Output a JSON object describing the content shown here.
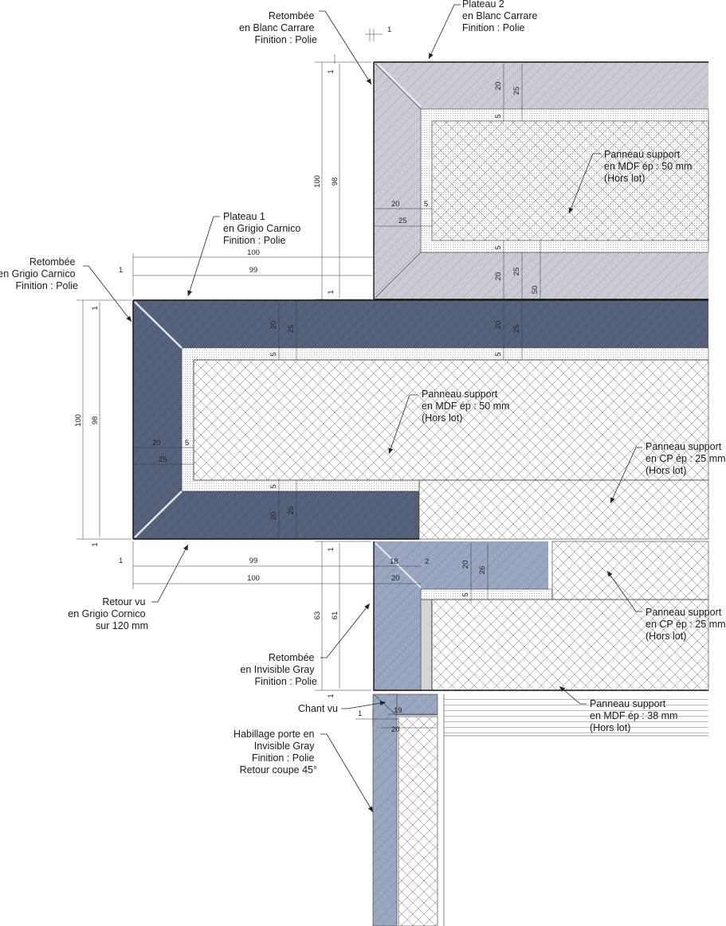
{
  "colors": {
    "blanc_carrare": "#c9ccd2",
    "grigio_carnico": "#56627c",
    "invisible_gray": "#9aa7c0",
    "panel_bg": "#ffffff",
    "hatch": "#5a5a5a",
    "dots": "#d8d8d8"
  },
  "labels": {
    "plateau2": [
      "Plateau 2",
      "en Blanc Carrare",
      "Finition : Polie"
    ],
    "retombee_blanc": [
      "Retombée",
      "en Blanc Carrare",
      "Finition : Polie"
    ],
    "plateau1": [
      "Plateau 1",
      "en Grigio Carnico",
      "Finition : Polie"
    ],
    "retombee_grigio": [
      "Retombée",
      "en Grigio Carnico",
      "Finition : Polie"
    ],
    "panneau_mdf50_upper": [
      "Panneau support",
      "en MDF ép : 50 mm",
      "(Hors lot)"
    ],
    "panneau_mdf50_lower": [
      "Panneau support",
      "en MDF ép : 50 mm",
      "(Hors lot)"
    ],
    "panneau_cp25_a": [
      "Panneau support",
      "en CP ép : 25 mm",
      "(Hors lot)"
    ],
    "panneau_cp25_b": [
      "Panneau support",
      "en CP ép : 25 mm",
      "(Hors lot)"
    ],
    "retour_vu": [
      "Retour vu",
      "en Grigio Cornico",
      "sur 120 mm"
    ],
    "retombee_invisible": [
      "Retombée",
      "en Invisible Gray",
      "Finition : Polie"
    ],
    "chant_vu": [
      "Chant vu"
    ],
    "panneau_mdf38": [
      "Panneau support",
      "en MDF ép : 38 mm",
      "(Hors lot)"
    ],
    "habillage": [
      "Habillage porte en",
      "Invisible Gray",
      "Finition : Polie",
      "Retour coupe 45°"
    ]
  },
  "dims": {
    "top_gap": "1",
    "p2_h100": "100",
    "p2_h98": "98",
    "p2_top1": "1",
    "p2_bot1": "1",
    "p2_t20": "20",
    "p2_t25": "25",
    "p2_i5": "5",
    "p2_l20": "20",
    "p2_l5": "5",
    "p2_l25": "25",
    "p2_b5": "5",
    "p2_b20": "20",
    "p2_b25": "25",
    "p2_b50": "50",
    "p1_w100": "100",
    "p1_w99": "99",
    "p1_w1": "1",
    "p1_h100": "100",
    "p1_h98": "98",
    "p1_top1": "1",
    "p1_bot1": "1",
    "p1_t20": "20",
    "p1_t25": "25",
    "p1_i5": "5",
    "p1_t20b": "20",
    "p1_t25b": "25",
    "p1_i5b": "5",
    "p1_l20": "20",
    "p1_l5": "5",
    "p1_l25": "25",
    "p1_b5": "5",
    "p1_b20": "20",
    "p1_b25": "25",
    "bw99": "99",
    "bw100": "100",
    "bw1": "1",
    "r_h63": "63",
    "r_h61": "61",
    "r_top1": "1",
    "r_bot1": "1",
    "r_18": "18",
    "r_2": "2",
    "r_20": "20",
    "r_t20": "20",
    "r_t26": "26",
    "r_i5": "5",
    "h_1": "1",
    "h_19": "19",
    "h_20": "20"
  }
}
